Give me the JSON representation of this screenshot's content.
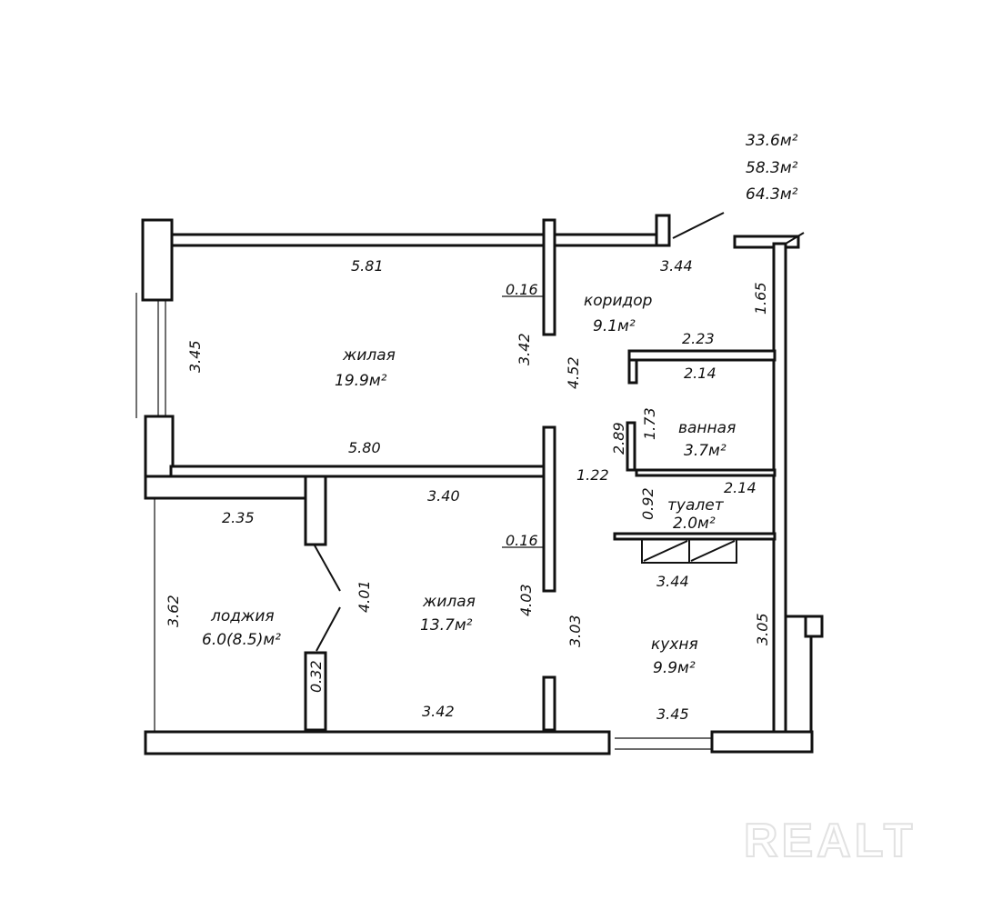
{
  "totals": [
    "33.6м²",
    "58.3м²",
    "64.3м²"
  ],
  "rooms": {
    "living1": {
      "name": "жилая",
      "area": "19.9м²"
    },
    "corridor": {
      "name": "коридор",
      "area": "9.1м²"
    },
    "bath": {
      "name": "ванная",
      "area": "3.7м²"
    },
    "toilet": {
      "name": "туалет",
      "area": "2.0м²"
    },
    "living2": {
      "name": "жилая",
      "area": "13.7м²"
    },
    "loggia": {
      "name": "лоджия",
      "area": "6.0(8.5)м²"
    },
    "kitchen": {
      "name": "кухня",
      "area": "9.9м²"
    }
  },
  "dimensions": {
    "top_living": "5.81",
    "top_corridor": "3.44",
    "living1_height": "3.45",
    "partition_thickness_top": "0.16",
    "partition_height": "3.42",
    "corridor_height": "4.52",
    "corridor_right": "1.65",
    "bath_top": "2.23",
    "bath_bottom": "2.14",
    "bath_inner_a": "2.89",
    "bath_inner_b": "1.73",
    "living1_bottom": "5.80",
    "passage": "1.22",
    "toilet_top": "2.14",
    "toilet_height": "0.92",
    "living2_top": "3.40",
    "loggia_top": "2.35",
    "partition_thickness_mid": "0.16",
    "kitchen_top": "3.44",
    "loggia_height": "3.62",
    "living2_left": "4.01",
    "living2_right": "4.03",
    "kitchen_left": "3.03",
    "kitchen_right": "3.05",
    "loggia_wall": "0.32",
    "living2_bottom": "3.42",
    "kitchen_bottom": "3.45"
  },
  "watermark": "REALT"
}
